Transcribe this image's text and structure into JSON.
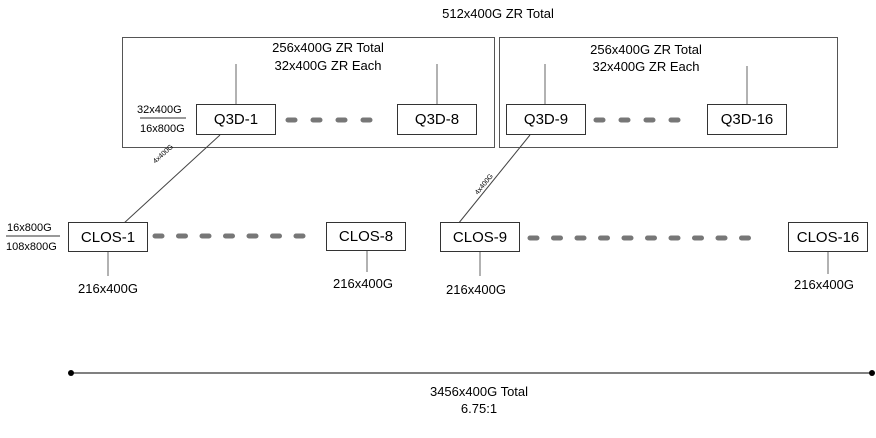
{
  "diagram": {
    "top_total": "512x400G ZR Total",
    "groups": [
      {
        "total": "256x400G ZR Total",
        "each": "32x400G ZR Each"
      },
      {
        "total": "256x400G ZR Total",
        "each": "32x400G ZR Each"
      }
    ],
    "q3d_nodes": [
      "Q3D-1",
      "Q3D-8",
      "Q3D-9",
      "Q3D-16"
    ],
    "q3d_side_label": {
      "top": "32x400G",
      "bottom": "16x800G"
    },
    "links": [
      "4x400G",
      "4x400G"
    ],
    "clos_nodes": [
      "CLOS-1",
      "CLOS-8",
      "CLOS-9",
      "CLOS-16"
    ],
    "clos_side_label": {
      "top": "16x800G",
      "bottom": "108x800G"
    },
    "clos_capacity": [
      "216x400G",
      "216x400G",
      "216x400G",
      "216x400G"
    ],
    "bottom_total": "3456x400G Total",
    "ratio": "6.75:1"
  }
}
